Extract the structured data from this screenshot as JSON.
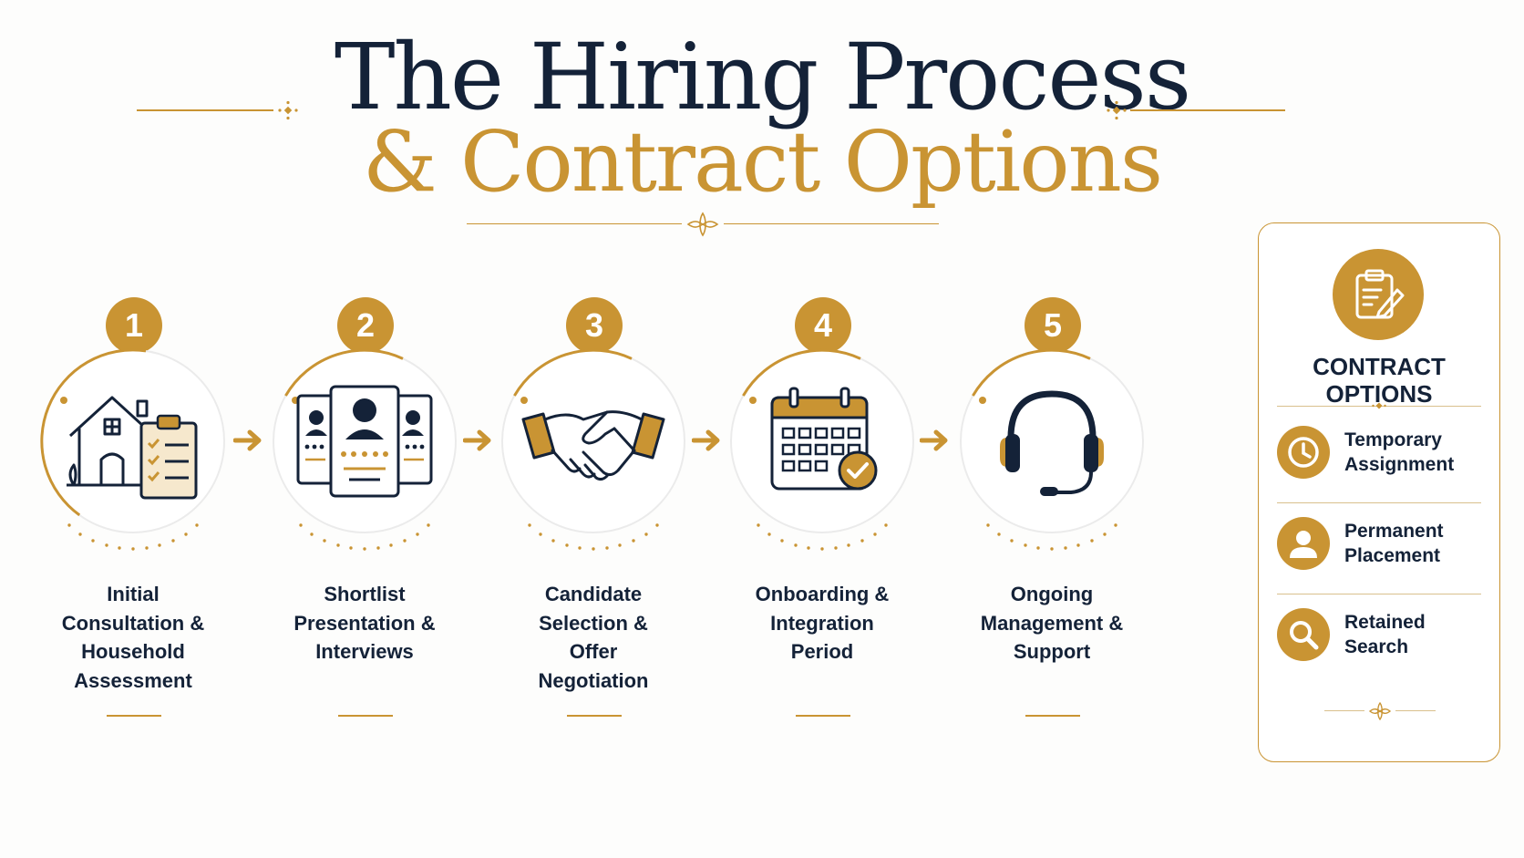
{
  "title": {
    "line1": "The Hiring Process",
    "line2": "& Contract Options"
  },
  "steps": [
    {
      "number": "1",
      "label": "Initial\nConsultation &\nHousehold\nAssessment",
      "icon": "house-clipboard-icon"
    },
    {
      "number": "2",
      "label": "Shortlist\nPresentation &\nInterviews",
      "icon": "candidate-profiles-icon"
    },
    {
      "number": "3",
      "label": "Candidate\nSelection &\nOffer\nNegotiation",
      "icon": "handshake-icon"
    },
    {
      "number": "4",
      "label": "Onboarding &\nIntegration\nPeriod",
      "icon": "calendar-check-icon"
    },
    {
      "number": "5",
      "label": "Ongoing\nManagement &\nSupport",
      "icon": "headset-icon"
    }
  ],
  "contract_options": {
    "title": "CONTRACT\nOPTIONS",
    "icon": "clipboard-pen-icon",
    "options": [
      {
        "label": "Temporary\nAssignment",
        "icon": "clock-icon"
      },
      {
        "label": "Permanent\nPlacement",
        "icon": "person-icon"
      },
      {
        "label": "Retained\nSearch",
        "icon": "magnifier-icon"
      }
    ]
  },
  "colors": {
    "navy": "#142238",
    "gold": "#c99433",
    "background": "#fdfdfc"
  }
}
